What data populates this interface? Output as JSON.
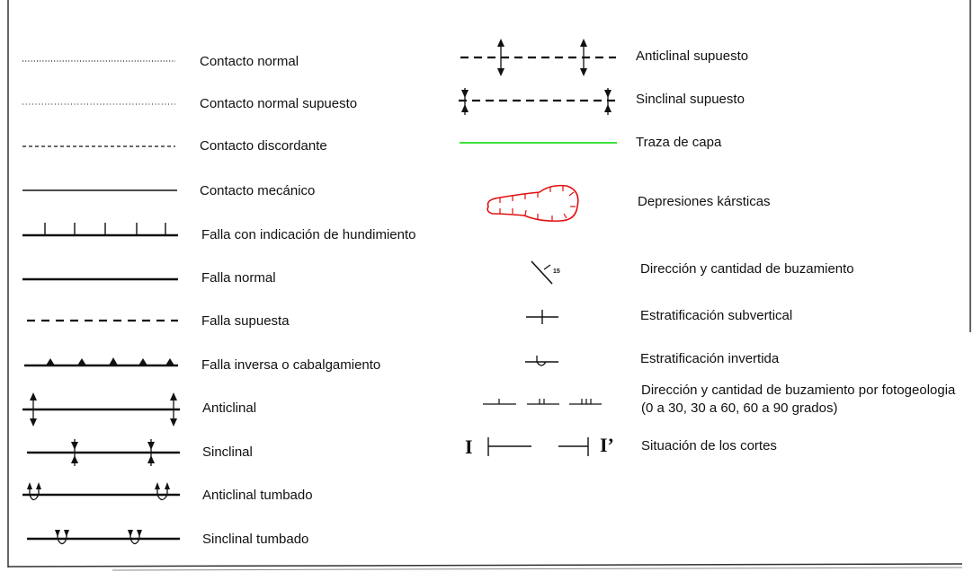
{
  "legend": {
    "left_items": [
      {
        "id": "contacto-normal",
        "label": "Contacto normal",
        "icon": "dotted-line-symbol"
      },
      {
        "id": "contacto-normal-supuesto",
        "label": "Contacto normal supuesto",
        "icon": "fine-dotted-line-symbol"
      },
      {
        "id": "contacto-discordante",
        "label": "Contacto discordante",
        "icon": "dashed-line-symbol"
      },
      {
        "id": "contacto-mecanico",
        "label": "Contacto mecánico",
        "icon": "thin-solid-line-symbol"
      },
      {
        "id": "falla-hundimiento",
        "label": "Falla con indicación de hundimiento",
        "icon": "fault-ticks-symbol"
      },
      {
        "id": "falla-normal",
        "label": "Falla normal",
        "icon": "thick-solid-line-symbol"
      },
      {
        "id": "falla-supuesta",
        "label": "Falla supuesta",
        "icon": "thick-dashed-line-symbol"
      },
      {
        "id": "falla-inversa",
        "label": "Falla inversa o cabalgamiento",
        "icon": "thrust-fault-symbol"
      },
      {
        "id": "anticlinal",
        "label": "Anticlinal",
        "icon": "anticline-symbol"
      },
      {
        "id": "sinclinal",
        "label": "Sinclinal",
        "icon": "syncline-symbol"
      },
      {
        "id": "anticlinal-tumbado",
        "label": "Anticlinal tumbado",
        "icon": "overturned-anticline-symbol"
      },
      {
        "id": "sinclinal-tumbado",
        "label": "Sinclinal tumbado",
        "icon": "overturned-syncline-symbol"
      }
    ],
    "right_items": [
      {
        "id": "anticlinal-supuesto",
        "label": "Anticlinal supuesto",
        "icon": "inferred-anticline-symbol"
      },
      {
        "id": "sinclinal-supuesto",
        "label": "Sinclinal supuesto",
        "icon": "inferred-syncline-symbol"
      },
      {
        "id": "traza-capa",
        "label": "Traza de capa",
        "icon": "bed-trace-symbol",
        "color": "#22dd22"
      },
      {
        "id": "depresiones",
        "label": "Depresiones kársticas",
        "icon": "karst-depression-symbol",
        "color": "#e01010"
      },
      {
        "id": "direccion-buzamiento",
        "label": "Dirección y cantidad de buzamiento",
        "icon": "dip-strike-symbol",
        "value": "15"
      },
      {
        "id": "estrat-subvertical",
        "label": "Estratificación subvertical",
        "icon": "subvertical-bedding-symbol"
      },
      {
        "id": "estrat-invertida",
        "label": "Estratificación invertida",
        "icon": "overturned-bedding-symbol"
      },
      {
        "id": "direccion-fotogeologia",
        "label": "Dirección y cantidad de buzamiento por fotogeologia (0 a 30, 30 a 60, 60 a 90 grados)",
        "icon": "photogeology-dip-symbol"
      },
      {
        "id": "situacion-cortes",
        "label": "Situación de los cortes",
        "icon": "section-line-symbol",
        "mark_start": "I",
        "mark_end": "I’"
      }
    ]
  }
}
